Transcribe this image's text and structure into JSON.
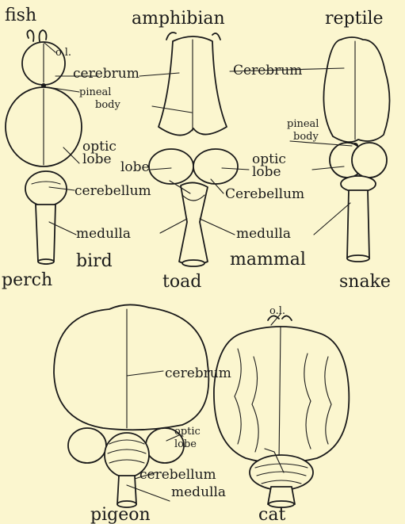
{
  "group_labels": {
    "fish": "fish",
    "amphibian": "amphibian",
    "reptile": "reptile",
    "bird": "bird",
    "mammal": "mammal"
  },
  "specimen_labels": {
    "perch": "perch",
    "toad": "toad",
    "snake": "snake",
    "pigeon": "pigeon",
    "cat": "cat"
  },
  "part_labels": {
    "ol": "o.l.",
    "cerebrum": "cerebrum",
    "cerebrum_cap": "Cerebrum",
    "pineal_1": "pineal",
    "pineal_2": "body",
    "optic_1": "optic",
    "optic_2": "lobe",
    "cerebellum": "cerebellum",
    "cerebellum_cap": "Cerebellum",
    "medulla": "medulla"
  },
  "colors": {
    "paper": "#fbf6cf",
    "ink": "#1a1a1a"
  }
}
